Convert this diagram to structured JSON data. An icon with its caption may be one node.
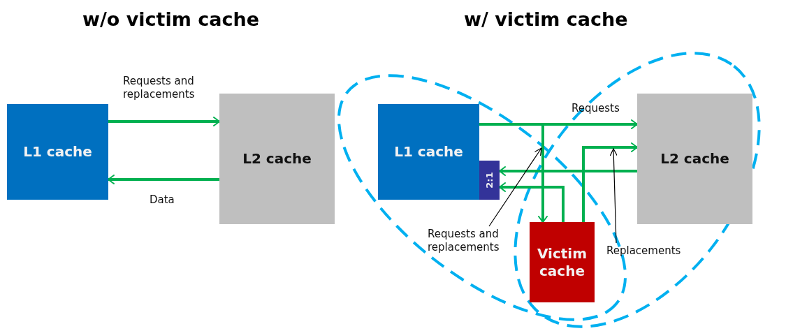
{
  "diagram": {
    "nodes": [
      {
        "text": [
          "L1 cache"
        ]
      },
      {
        "text": [
          "L2 cache"
        ]
      },
      {
        "text": [
          "L1 cache"
        ]
      },
      {
        "text": [
          "2:1"
        ]
      },
      {
        "text": [
          "Victim cache"
        ]
      },
      {
        "text": [
          "L2 cache"
        ]
      },
      {
        "text": [
          "Requests and replacements"
        ]
      },
      {
        "text": [
          "Replacements"
        ]
      }
    ],
    "edges": [
      {
        "from": 0,
        "to": 1,
        "arrow": "to",
        "label": "Requests and replacements"
      },
      {
        "from": 1,
        "to": 0,
        "arrow": "to",
        "label": "Data"
      },
      {
        "from": 2,
        "to": 5,
        "arrow": "to",
        "label": "Requests"
      },
      {
        "from": 2,
        "to": 4,
        "arrow": "to"
      },
      {
        "from": 5,
        "to": 3,
        "arrow": "to"
      },
      {
        "from": 4,
        "to": 3,
        "arrow": "to"
      },
      {
        "from": 4,
        "to": 5,
        "arrow": "to"
      },
      {
        "from": 6,
        "to": null,
        "arrow": "to",
        "color": "#000000"
      },
      {
        "from": 7,
        "to": null,
        "arrow": "to",
        "color": "#000000"
      }
    ],
    "labels": [
      "w/o victim cache",
      "w/ victim cache"
    ]
  }
}
